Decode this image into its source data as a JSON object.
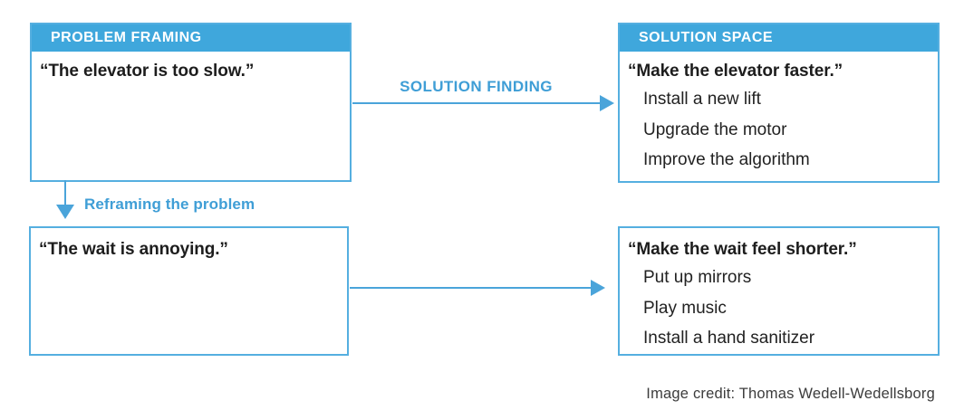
{
  "colors": {
    "header_blue": "#3fa7dc",
    "border_blue": "#55afe0",
    "arrow_blue": "#4aa4da",
    "label_blue": "#3f9ed6",
    "text_dark": "#1d1d1d",
    "credit_gray": "#3c3c3c"
  },
  "boxes": {
    "problem": {
      "header": "PROBLEM FRAMING",
      "quote": "“The elevator is too slow.”"
    },
    "solution": {
      "header": "SOLUTION SPACE",
      "quote": "“Make the elevator faster.”",
      "items": [
        "Install a new lift",
        "Upgrade the motor",
        "Improve the algorithm"
      ]
    },
    "reframed": {
      "quote": "“The wait is annoying.”"
    },
    "solution2": {
      "quote": "“Make the wait feel shorter.”",
      "items": [
        "Put up mirrors",
        "Play music",
        "Install a hand sanitizer"
      ]
    }
  },
  "labels": {
    "solution_finding": "SOLUTION FINDING",
    "reframing": "Reframing the problem"
  },
  "credit": "Image credit: Thomas Wedell-Wedellsborg"
}
